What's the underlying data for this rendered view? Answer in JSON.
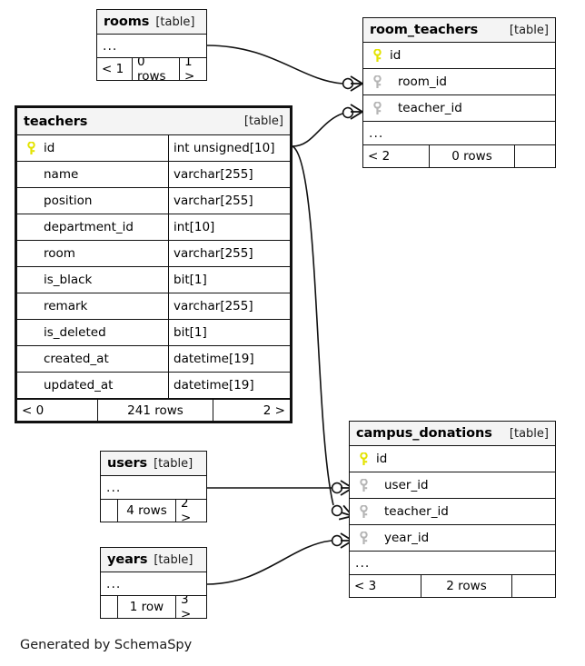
{
  "diagram": {
    "type": "entity-relationship-diagram",
    "caption": "Generated by SchemaSpy",
    "table_tag": "[table]",
    "ellipsis": "...",
    "colors": {
      "primary_key_icon": "#e8e800",
      "foreign_key_icon": "#b0b0b0",
      "header_background": "#f4f4f4",
      "border": "#111111",
      "background": "#ffffff"
    }
  },
  "tables": [
    {
      "id": "rooms",
      "name": "rooms",
      "tag": "[table]",
      "focal": false,
      "columns": [],
      "has_ellipsis": true,
      "footer": {
        "prev": "< 1",
        "rows": "0 rows",
        "next": "1 >"
      }
    },
    {
      "id": "room_teachers",
      "name": "room_teachers",
      "tag": "[table]",
      "focal": false,
      "columns": [
        {
          "name": "id",
          "key": "primary",
          "type": ""
        },
        {
          "name": "room_id",
          "key": "foreign",
          "type": ""
        },
        {
          "name": "teacher_id",
          "key": "foreign",
          "type": ""
        }
      ],
      "has_ellipsis": true,
      "footer": {
        "prev": "< 2",
        "rows": "0 rows",
        "next": ""
      }
    },
    {
      "id": "teachers",
      "name": "teachers",
      "tag": "[table]",
      "focal": true,
      "columns": [
        {
          "name": "id",
          "key": "primary",
          "type": "int unsigned[10]"
        },
        {
          "name": "name",
          "key": "none",
          "type": "varchar[255]"
        },
        {
          "name": "position",
          "key": "none",
          "type": "varchar[255]"
        },
        {
          "name": "department_id",
          "key": "none",
          "type": "int[10]"
        },
        {
          "name": "room",
          "key": "none",
          "type": "varchar[255]"
        },
        {
          "name": "is_black",
          "key": "none",
          "type": "bit[1]"
        },
        {
          "name": "remark",
          "key": "none",
          "type": "varchar[255]"
        },
        {
          "name": "is_deleted",
          "key": "none",
          "type": "bit[1]"
        },
        {
          "name": "created_at",
          "key": "none",
          "type": "datetime[19]"
        },
        {
          "name": "updated_at",
          "key": "none",
          "type": "datetime[19]"
        }
      ],
      "has_ellipsis": false,
      "footer": {
        "prev": "< 0",
        "rows": "241 rows",
        "next": "2 >"
      }
    },
    {
      "id": "users",
      "name": "users",
      "tag": "[table]",
      "focal": false,
      "columns": [],
      "has_ellipsis": true,
      "footer": {
        "prev": "",
        "rows": "4 rows",
        "next": "2 >"
      }
    },
    {
      "id": "years",
      "name": "years",
      "tag": "[table]",
      "focal": false,
      "columns": [],
      "has_ellipsis": true,
      "footer": {
        "prev": "",
        "rows": "1 row",
        "next": "3 >"
      }
    },
    {
      "id": "campus_donations",
      "name": "campus_donations",
      "tag": "[table]",
      "focal": false,
      "columns": [
        {
          "name": "id",
          "key": "primary",
          "type": ""
        },
        {
          "name": "user_id",
          "key": "foreign",
          "type": ""
        },
        {
          "name": "teacher_id",
          "key": "foreign",
          "type": ""
        },
        {
          "name": "year_id",
          "key": "foreign",
          "type": ""
        }
      ],
      "has_ellipsis": true,
      "footer": {
        "prev": "< 3",
        "rows": "2 rows",
        "next": ""
      }
    }
  ],
  "relationships": [
    {
      "from": "rooms",
      "to": "room_teachers.room_id",
      "cardinality": "zero-or-many"
    },
    {
      "from": "teachers.id",
      "to": "room_teachers.teacher_id",
      "cardinality": "zero-or-many"
    },
    {
      "from": "teachers.id",
      "to": "campus_donations.teacher_id",
      "cardinality": "zero-or-many"
    },
    {
      "from": "users",
      "to": "campus_donations.user_id",
      "cardinality": "zero-or-many"
    },
    {
      "from": "years",
      "to": "campus_donations.year_id",
      "cardinality": "zero-or-many"
    }
  ]
}
